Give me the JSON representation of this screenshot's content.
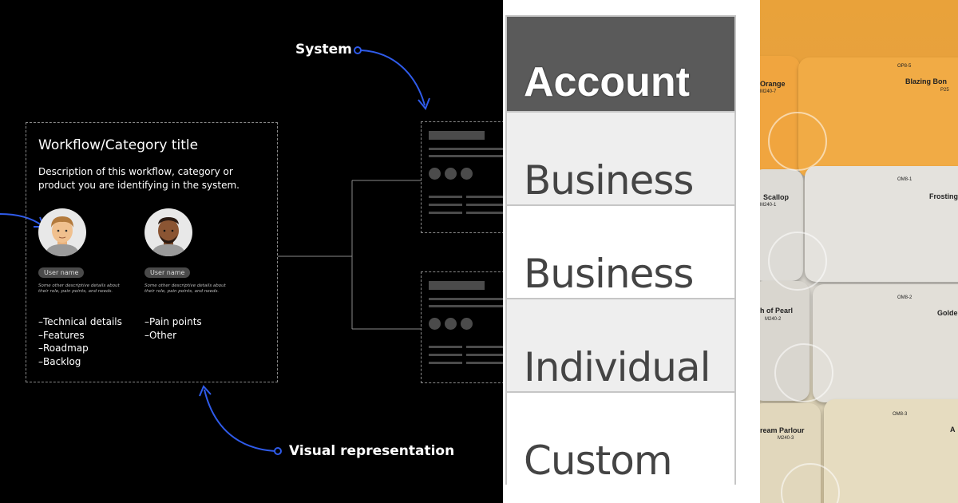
{
  "diagram": {
    "callout_system": "System",
    "callout_visual": "Visual representation",
    "card_title": "Workflow/Category title",
    "card_description": "Description of this workflow, category or product you are identifying in the system.",
    "personas": [
      {
        "name": "User name",
        "details": "Some other descriptive details about their role, pain points, and needs.",
        "list": [
          "–Technical details",
          "–Features",
          "–Roadmap",
          "–Backlog"
        ]
      },
      {
        "name": "User name",
        "details": "Some other descriptive details about their role, pain points, and needs.",
        "list": [
          "–Pain points",
          "–Other"
        ]
      }
    ],
    "colors": {
      "accent": "#2f5bea",
      "background": "#000000",
      "dashed_border": "#8a8a8a",
      "placeholder": "#4b4b4b"
    }
  },
  "table": {
    "header": "Account",
    "rows": [
      "Business",
      "Business",
      "Individual",
      "Custom"
    ],
    "colors": {
      "header_bg": "#5a5a5a",
      "alt_row_bg": "#eeeeee",
      "row_bg": "#ffffff",
      "border": "#c6c6c6"
    }
  },
  "swatches": {
    "chips": [
      {
        "name": "Orange",
        "code": "M240-7",
        "sheet": ""
      },
      {
        "name": "Blazing Bon",
        "code": "P25",
        "sheet": "OP8-5"
      },
      {
        "name": "Scallop",
        "code": "M240-1",
        "sheet": ""
      },
      {
        "name": "Frosting",
        "code": "",
        "sheet": "OM8-1"
      },
      {
        "name": "h of Pearl",
        "code": "M240-2",
        "sheet": ""
      },
      {
        "name": "Golde",
        "code": "",
        "sheet": "OM8-2"
      },
      {
        "name": "ream Parlour",
        "code": "M240-3",
        "sheet": ""
      },
      {
        "name": "A",
        "code": "",
        "sheet": "OM8-3"
      }
    ]
  }
}
